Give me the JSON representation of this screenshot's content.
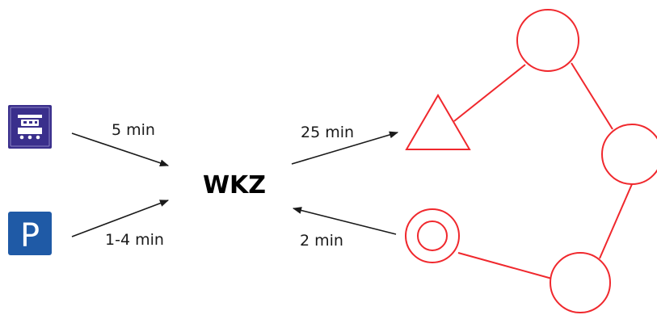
{
  "center": {
    "label": "WKZ"
  },
  "parking": {
    "glyph": "P"
  },
  "arrows": {
    "train_in": "5 min",
    "parking_in": "1-4 min",
    "to_route": "25 min",
    "from_route": "2 min"
  },
  "colors": {
    "route": "#f0282d",
    "icon_train_bg": "#3a2f8c",
    "icon_parking_bg": "#1f5aa6",
    "arrow": "#1a1a1a"
  },
  "icons": {
    "train": "train-station-icon",
    "parking": "parking-icon"
  }
}
